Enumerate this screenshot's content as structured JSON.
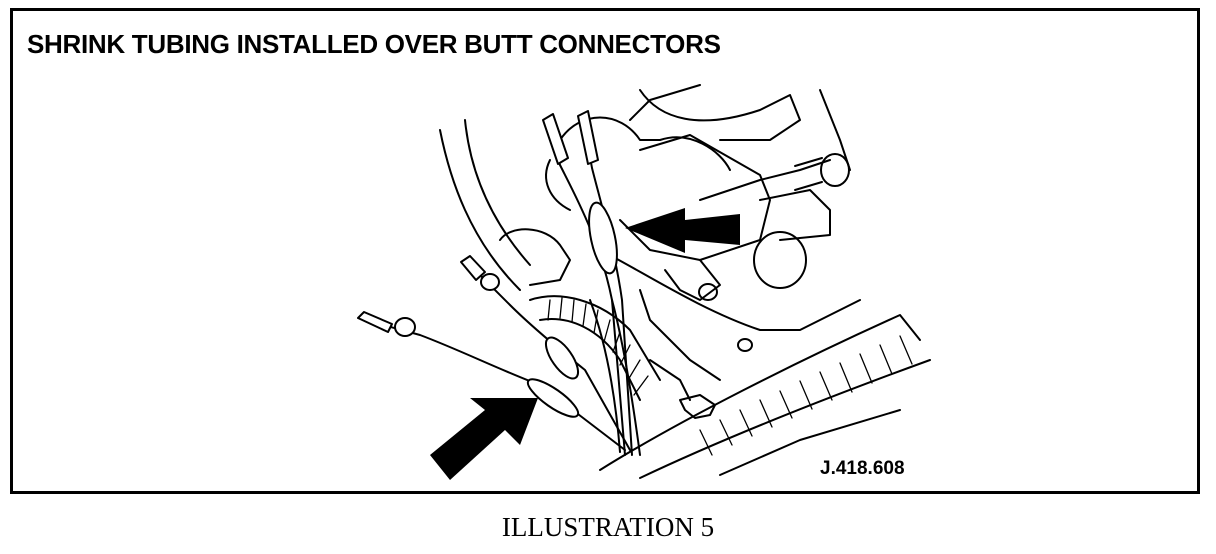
{
  "figure": {
    "title": "SHRINK TUBING INSTALLED OVER BUTT CONNECTORS",
    "reference_code": "J.418.608",
    "caption": "ILLUSTRATION 5"
  },
  "arrows": [
    {
      "label": "upper-arrow-icon",
      "direction": "left",
      "points_to": "shrink tubing on upper wires"
    },
    {
      "label": "lower-arrow-icon",
      "direction": "up-right",
      "points_to": "shrink tubing on lower wires"
    }
  ]
}
